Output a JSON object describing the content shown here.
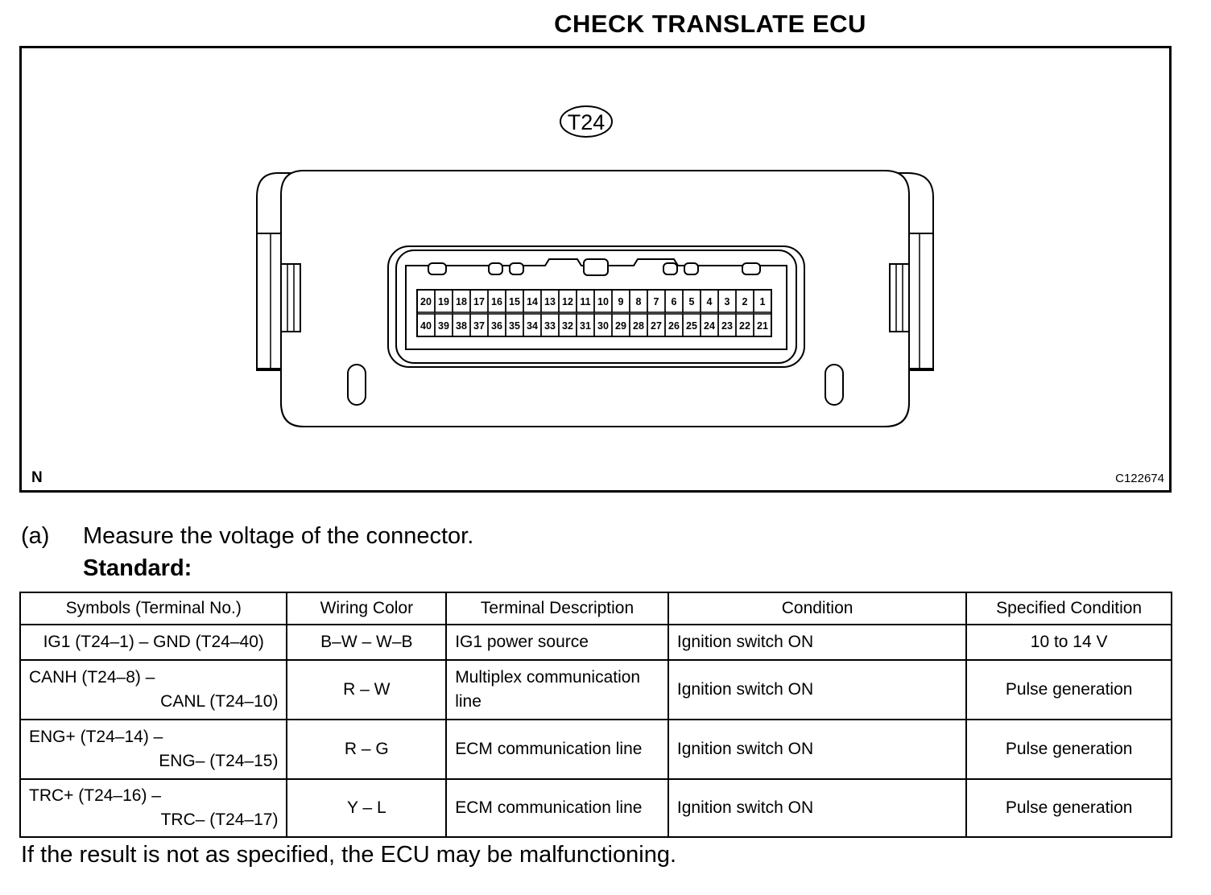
{
  "title": "CHECK TRANSLATE ECU",
  "figure": {
    "connector_label": "T24",
    "corner_mark": "N",
    "figure_code": "C122674",
    "pins_top": [
      "20",
      "19",
      "18",
      "17",
      "16",
      "15",
      "14",
      "13",
      "12",
      "11",
      "10",
      "9",
      "8",
      "7",
      "6",
      "5",
      "4",
      "3",
      "2",
      "1"
    ],
    "pins_bottom": [
      "40",
      "39",
      "38",
      "37",
      "36",
      "35",
      "34",
      "33",
      "32",
      "31",
      "30",
      "29",
      "28",
      "27",
      "26",
      "25",
      "24",
      "23",
      "22",
      "21"
    ]
  },
  "step": {
    "marker": "(a)",
    "text": "Measure the voltage of the connector.",
    "standard_label": "Standard:"
  },
  "table": {
    "headers": [
      "Symbols (Terminal No.)",
      "Wiring Color",
      "Terminal Description",
      "Condition",
      "Specified Condition"
    ],
    "rows": [
      {
        "symbol_1": "IG1 (T24–1) – GND (T24–40)",
        "symbol_2": "",
        "wiring": "B–W – W–B",
        "desc": "IG1 power source",
        "condition": "Ignition switch ON",
        "spec": "10 to 14 V"
      },
      {
        "symbol_1": "CANH (T24–8) –",
        "symbol_2": "CANL (T24–10)",
        "wiring": "R – W",
        "desc": "Multiplex communication line",
        "condition": "Ignition switch ON",
        "spec": "Pulse generation"
      },
      {
        "symbol_1": "ENG+ (T24–14) –",
        "symbol_2": "ENG– (T24–15)",
        "wiring": "R – G",
        "desc": "ECM communication line",
        "condition": "Ignition switch ON",
        "spec": "Pulse generation"
      },
      {
        "symbol_1": "TRC+ (T24–16) –",
        "symbol_2": "TRC– (T24–17)",
        "wiring": "Y – L",
        "desc": "ECM communication line",
        "condition": "Ignition switch ON",
        "spec": "Pulse generation"
      }
    ]
  },
  "footer": "If the result is not as specified, the ECU may be malfunctioning."
}
